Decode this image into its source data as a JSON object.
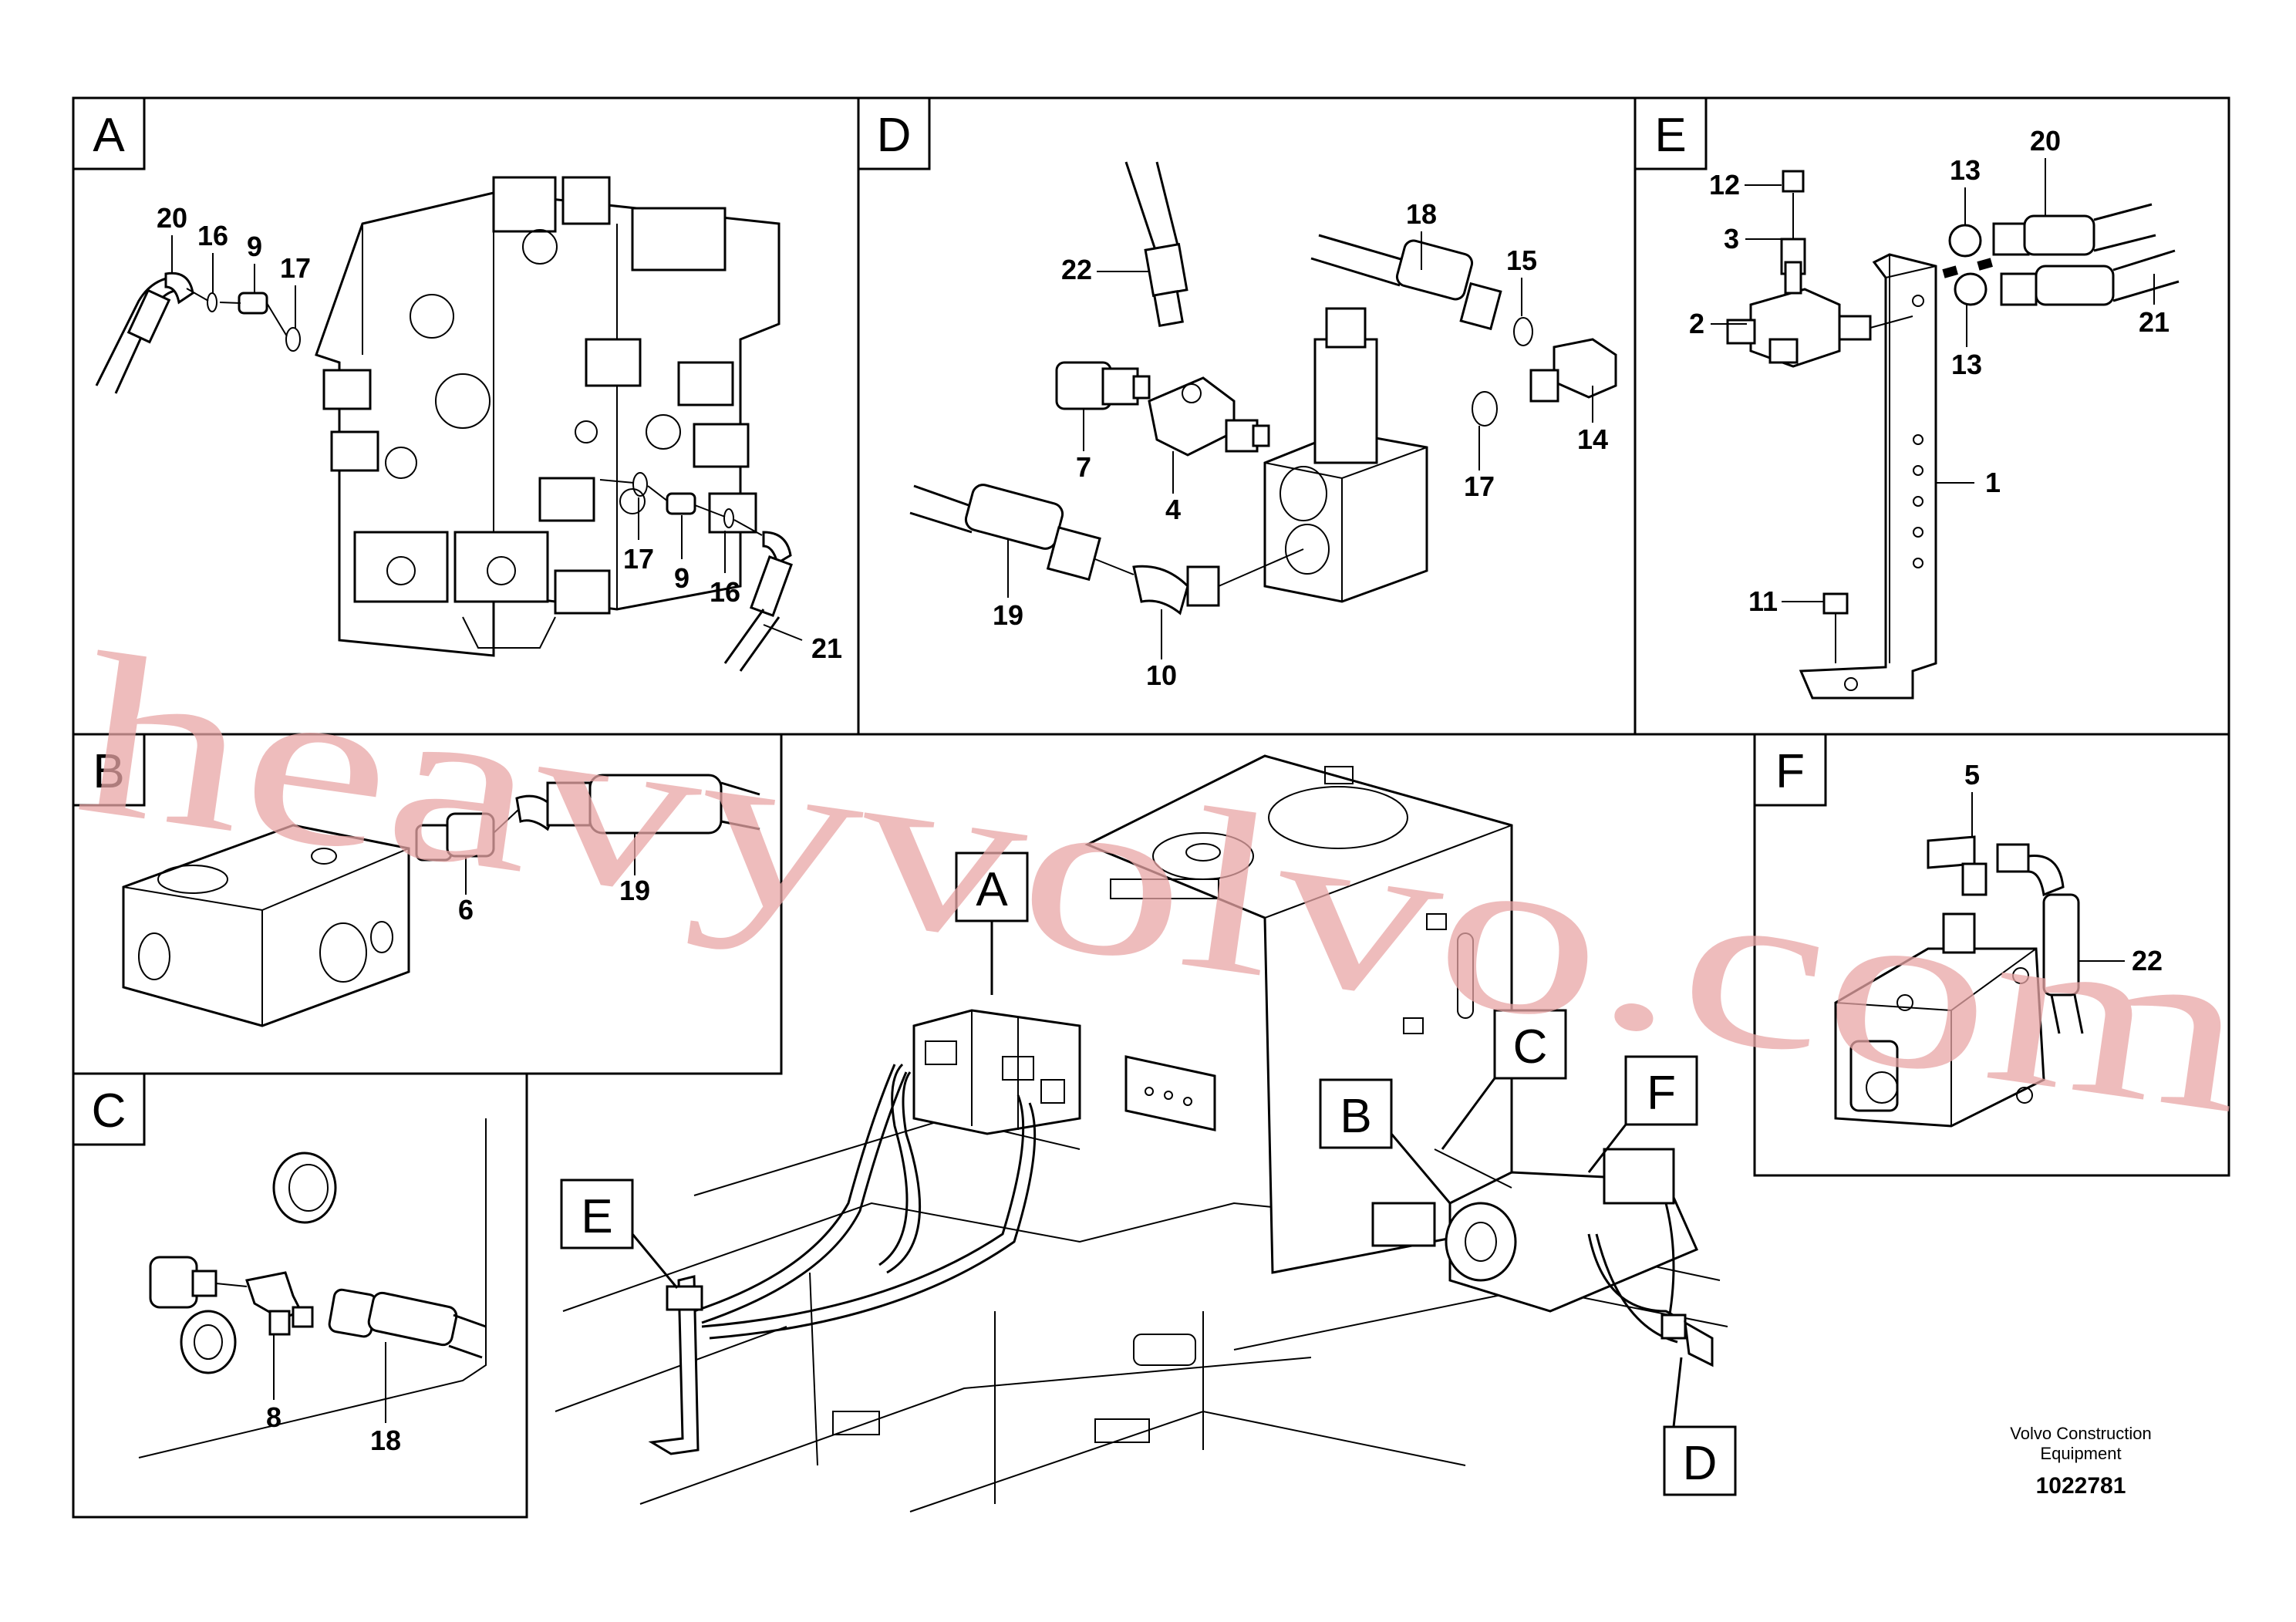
{
  "watermark": "heavyvolvo.com",
  "panels": {
    "A": {
      "letter": "A",
      "callouts": [
        "20",
        "16",
        "9",
        "17",
        "17",
        "9",
        "16",
        "21"
      ]
    },
    "D": {
      "letter": "D",
      "callouts": [
        "22",
        "18",
        "15",
        "7",
        "4",
        "17",
        "14",
        "19",
        "10"
      ]
    },
    "E": {
      "letter": "E",
      "callouts": [
        "12",
        "20",
        "13",
        "3",
        "2",
        "13",
        "21",
        "1",
        "11"
      ]
    },
    "B": {
      "letter": "B",
      "callouts": [
        "6",
        "19"
      ]
    },
    "F": {
      "letter": "F",
      "callouts": [
        "5",
        "22"
      ]
    },
    "C": {
      "letter": "C",
      "callouts": [
        "8",
        "18"
      ]
    },
    "overview": {
      "labels": [
        "A",
        "E",
        "B",
        "C",
        "F",
        "D"
      ]
    }
  },
  "footer": {
    "company_line1": "Volvo Construction",
    "company_line2": "Equipment",
    "drawing_number": "1022781"
  }
}
